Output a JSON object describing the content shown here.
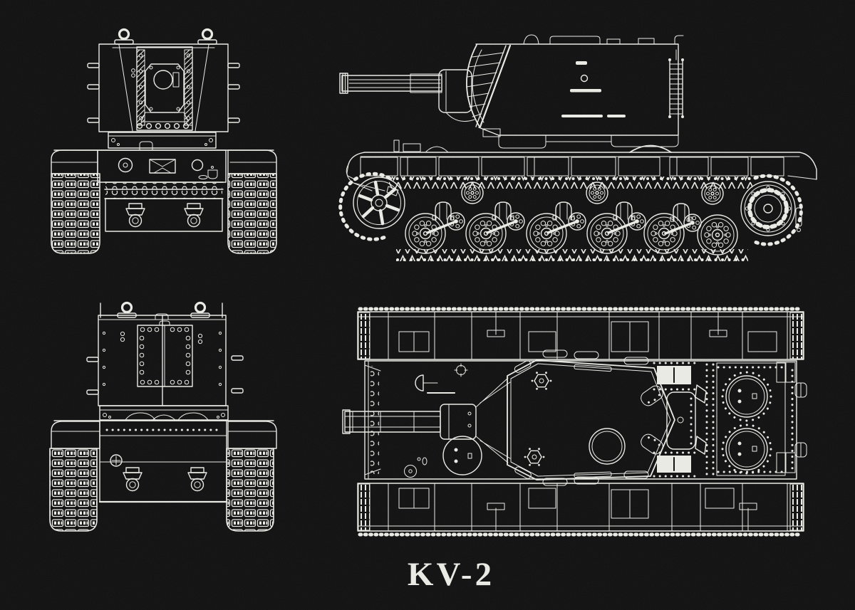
{
  "title": {
    "label": "KV-2"
  },
  "colors": {
    "background": "#0a0a0b",
    "ink": "#e9e9e4"
  },
  "views": {
    "top_left": "front view",
    "top_right": "left side view",
    "bottom_left": "rear view",
    "bottom_right": "top plan view"
  }
}
